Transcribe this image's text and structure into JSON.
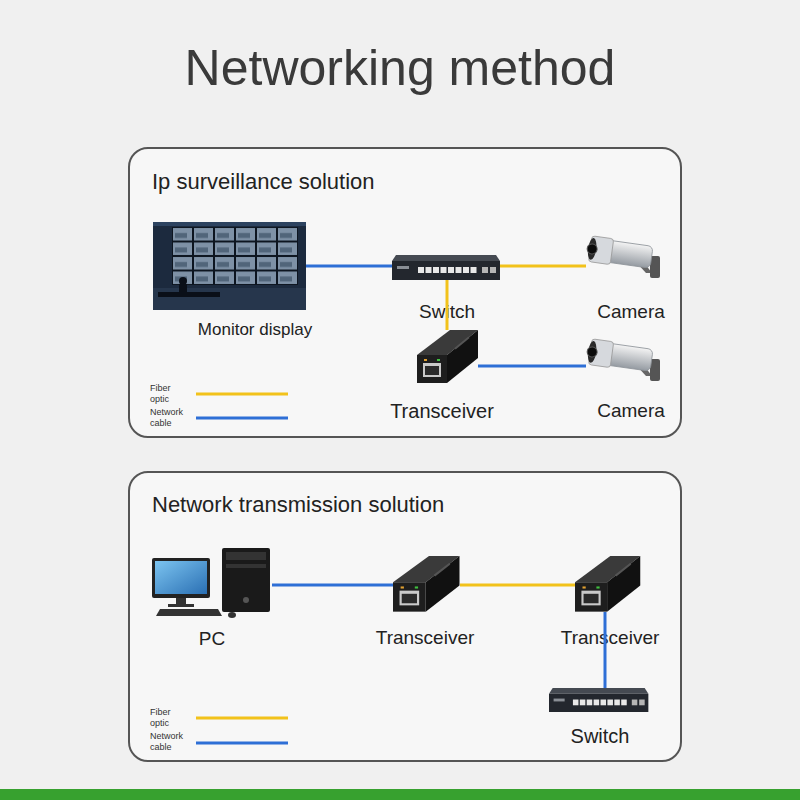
{
  "diagram": {
    "title": "Networking method",
    "nodes": [
      {
        "text": [
          "Ip surveillance solution"
        ]
      },
      {
        "text": [
          "Monitor display"
        ],
        "in": 0
      },
      {
        "text": [
          "Switch"
        ],
        "in": 0
      },
      {
        "text": [
          "Camera"
        ],
        "in": 0
      },
      {
        "text": [
          "Transceiver"
        ],
        "in": 0
      },
      {
        "text": [
          "Camera"
        ],
        "in": 0
      },
      {
        "text": [
          "Network transmission solution"
        ]
      },
      {
        "text": [
          "PC"
        ],
        "in": 6
      },
      {
        "text": [
          "Transceiver"
        ],
        "in": 6
      },
      {
        "text": [
          "Transceiver"
        ],
        "in": 6
      },
      {
        "text": [
          "Switch"
        ],
        "in": 6
      }
    ],
    "edges": [
      {
        "from": 1,
        "to": 2,
        "arrow": "none"
      },
      {
        "from": 2,
        "to": 3,
        "arrow": "none"
      },
      {
        "from": 2,
        "to": 4,
        "arrow": "none"
      },
      {
        "from": 4,
        "to": 5,
        "arrow": "none"
      },
      {
        "from": 7,
        "to": 8,
        "arrow": "none"
      },
      {
        "from": 8,
        "to": 9,
        "arrow": "none"
      },
      {
        "from": 9,
        "to": 10,
        "arrow": "none"
      }
    ],
    "legend": [
      {
        "text": "Fiber optic"
      },
      {
        "text": "Network cable"
      },
      {
        "text": "Fiber optic"
      },
      {
        "text": "Network cable"
      }
    ]
  }
}
